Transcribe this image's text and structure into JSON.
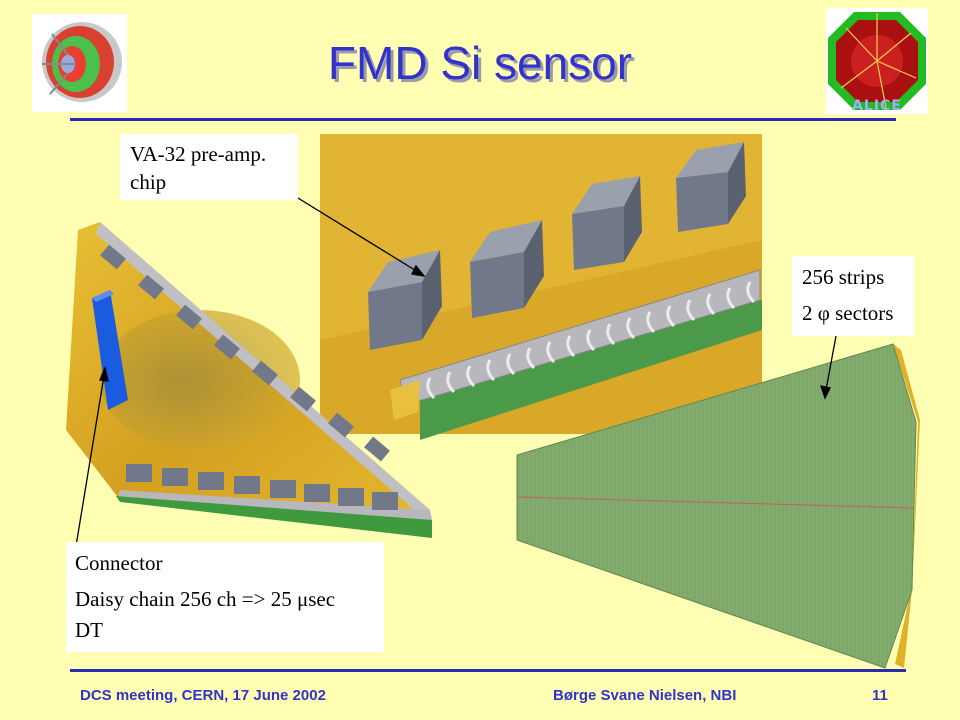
{
  "slide": {
    "title": "FMD Si sensor",
    "callouts": {
      "chip": {
        "line1": "VA-32 pre-amp.",
        "line2": "chip"
      },
      "strips": {
        "line1": "256 strips",
        "line2_prefix": "2 ",
        "phi": "φ",
        "line2_suffix": " sectors"
      },
      "connector": {
        "line1": "Connector",
        "line2_prefix": "Daisy chain 256 ch => 25 ",
        "mu": "μ",
        "line2_suffix": "sec",
        "line3": "DT"
      }
    },
    "logo_text": "ALICE",
    "footer": {
      "left": "DCS meeting, CERN, 17 June 2002",
      "center": "Børge Svane Nielsen, NBI",
      "page": "11"
    }
  },
  "colors": {
    "background": "#FFFFB3",
    "title": "#3333CC",
    "rule": "#2B2BB0",
    "board": "#E0B02A",
    "sensor": "#7FA86A",
    "chip": "#70788A",
    "connector": "#1A5BE0"
  }
}
